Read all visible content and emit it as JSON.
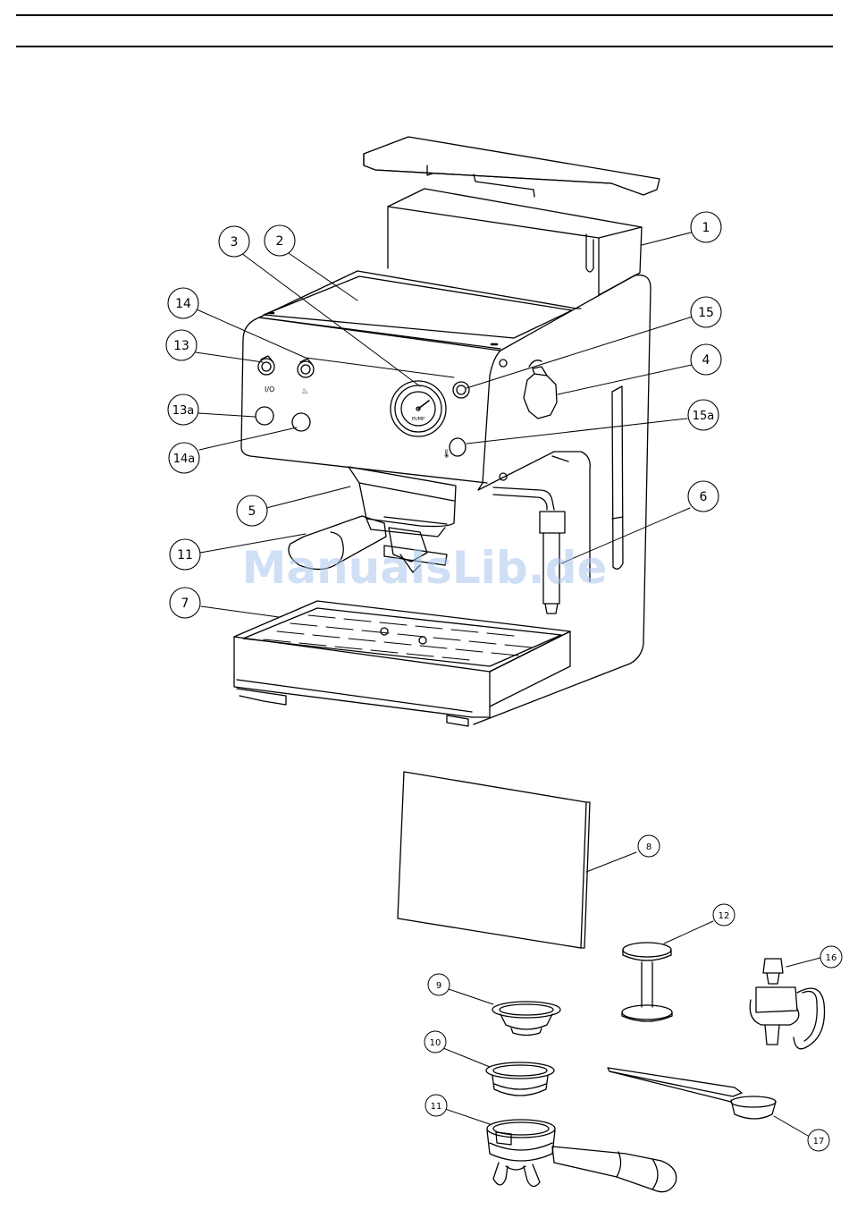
{
  "callouts_large": [
    {
      "id": "1",
      "label": "1",
      "part": "top-cover"
    },
    {
      "id": "2",
      "label": "2",
      "part": "top-panel"
    },
    {
      "id": "3",
      "label": "3",
      "part": "pressure-gauge"
    },
    {
      "id": "14",
      "label": "14",
      "part": "steam-knob-left"
    },
    {
      "id": "13",
      "label": "13",
      "part": "power-switch"
    },
    {
      "id": "13a",
      "label": "13a",
      "part": "power-lamp"
    },
    {
      "id": "14a",
      "label": "14a",
      "part": "steam-lamp"
    },
    {
      "id": "5",
      "label": "5",
      "part": "brew-group"
    },
    {
      "id": "11",
      "label": "11",
      "part": "portafilter"
    },
    {
      "id": "7",
      "label": "7",
      "part": "drip-tray"
    },
    {
      "id": "15",
      "label": "15",
      "part": "steam-switch"
    },
    {
      "id": "4",
      "label": "4",
      "part": "steam-valve-knob"
    },
    {
      "id": "15a",
      "label": "15a",
      "part": "temp-lamp"
    },
    {
      "id": "6",
      "label": "6",
      "part": "steam-wand"
    }
  ],
  "callouts_small": [
    {
      "id": "8",
      "label": "8",
      "part": "cup-plate"
    },
    {
      "id": "12",
      "label": "12",
      "part": "tamper"
    },
    {
      "id": "16",
      "label": "16",
      "part": "frother"
    },
    {
      "id": "9",
      "label": "9",
      "part": "single-filter"
    },
    {
      "id": "10",
      "label": "10",
      "part": "double-filter"
    },
    {
      "id": "11b",
      "label": "11",
      "part": "portafilter-assembly"
    },
    {
      "id": "17",
      "label": "17",
      "part": "measuring-spoon"
    }
  ],
  "panel_symbols": {
    "power": "I/O",
    "steam": "♨",
    "temperature": "🌡",
    "gauge_word": "PUMP"
  },
  "watermark": "ManualsLib.de",
  "colors": {
    "line": "#000000",
    "watermark": "#a8c4ec"
  }
}
